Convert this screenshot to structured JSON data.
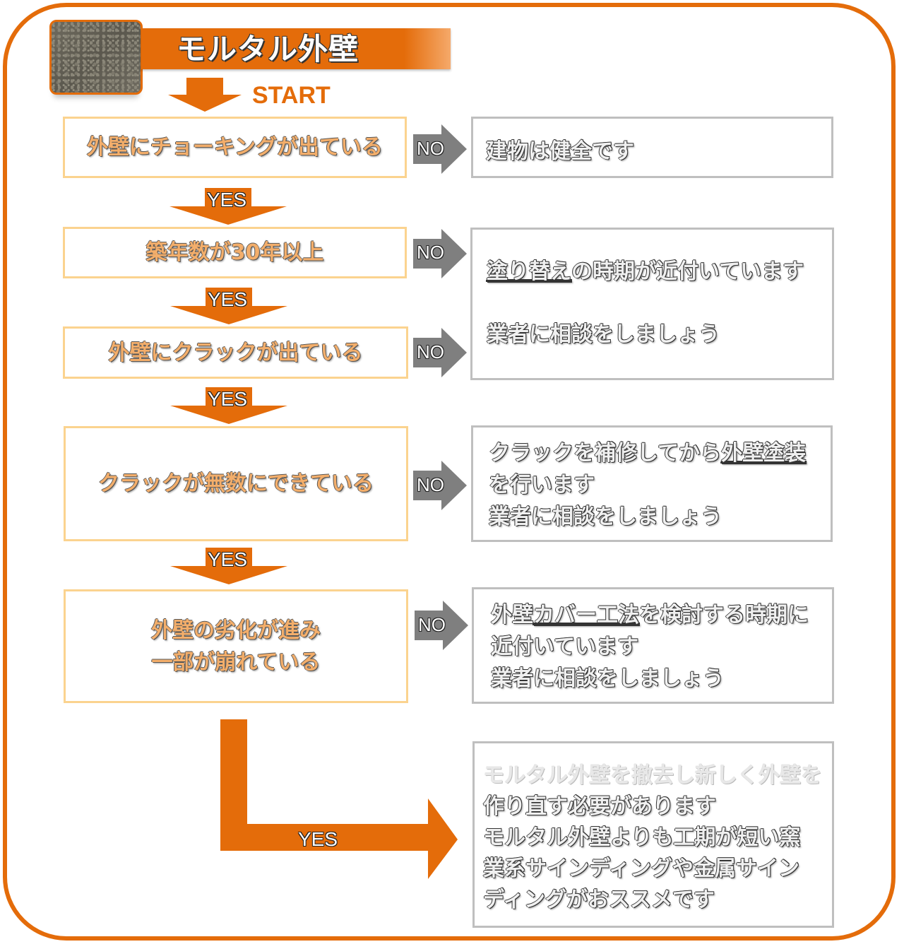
{
  "title": "モルタル外壁",
  "start_label": "START",
  "yes_label": "YES",
  "no_label": "NO",
  "questions": [
    "外壁にチョーキングが出ている",
    "築年数が30年以上",
    "外壁にクラックが出ている",
    "クラックが無数にできている",
    "外壁の劣化が進み",
    "一部が崩れている"
  ],
  "answers": {
    "a1": "建物は健全です",
    "a2_underlined": "塗り替え",
    "a2_rest": "の時期が近付いています",
    "a2_line2": "業者に相談をしましょう",
    "a3_line1_pre": "クラックを補修してから",
    "a3_line1_underlined": "外壁塗装",
    "a3_line2": "を行います",
    "a3_line3": "業者に相談をしましょう",
    "a4_line1_pre": "外壁",
    "a4_line1_underlined": "カバー工法",
    "a4_line1_post": "を検討する時期に",
    "a4_line2": "近付いています",
    "a4_line3": "業者に相談をしましょう",
    "a5_line1": "モルタル外壁を撤去し新しく外壁を",
    "a5_line2": "作り直す必要があります",
    "a5_line3": "モルタル外壁よりも工期が短い窯",
    "a5_line4": "業系サインディングや金属サイン",
    "a5_line5": "ディングがおススメです"
  },
  "colors": {
    "accent": "#e46c0a",
    "question_border": "#fbd38f",
    "answer_border": "#bfbfbf",
    "no_arrow": "#7f7f7f"
  }
}
